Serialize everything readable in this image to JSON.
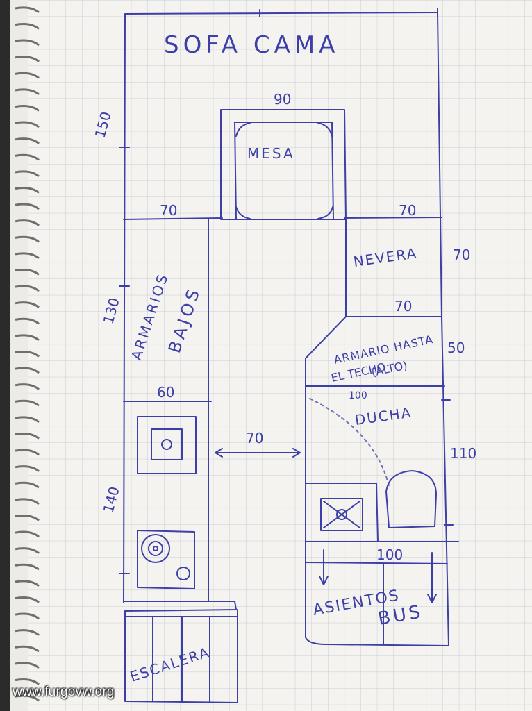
{
  "colors": {
    "ink": "#3d3fa8",
    "paper": "#f4f3f0",
    "grid": "#c9ccd2",
    "binding": "#2b2b2b"
  },
  "labels": {
    "sofa_cama": "SOFA CAMA",
    "mesa": "MESA",
    "nevera": "NEVERA",
    "armarios_line1": "ARMARIOS",
    "armarios_line2": "BAJOS",
    "armario_alto_line1": "ARMARIO HASTA",
    "armario_alto_line2": "EL TECHO",
    "armario_alto_line3": "(ALTO)",
    "ducha": "DUCHA",
    "asientos": "ASIENTOS",
    "bus": "BUS",
    "escalera": "ESCALERA"
  },
  "dimensions": {
    "d150": "150",
    "d90": "90",
    "d70_left": "70",
    "d70_right": "70",
    "d70_nevera_side": "70",
    "d70_nevera_bottom": "70",
    "d130": "130",
    "d50": "50",
    "d60": "60",
    "d100_top": "100",
    "d70_aisle": "70",
    "d110": "110",
    "d140": "140",
    "d100_bottom": "100"
  },
  "watermark": "www.furgovw.org"
}
